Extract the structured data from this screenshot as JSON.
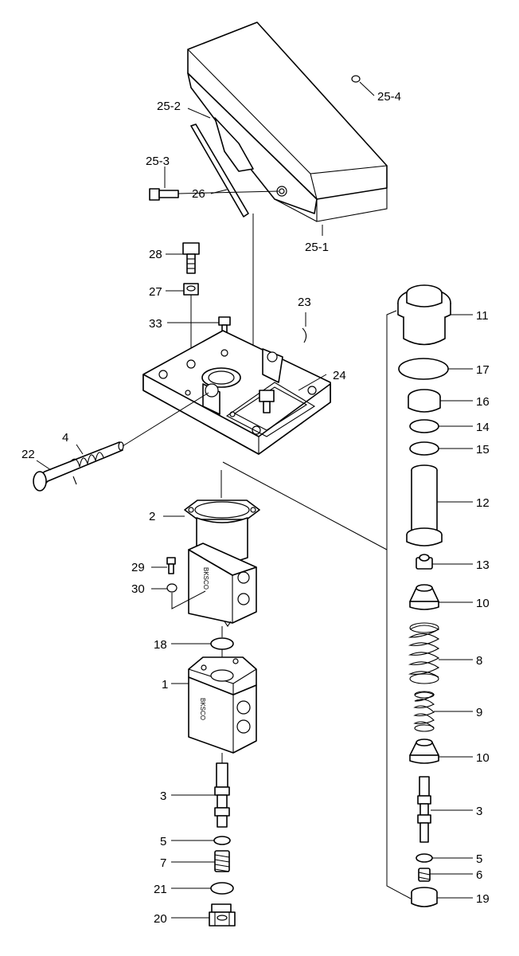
{
  "diagram": {
    "labels": {
      "p25_4": "25-4",
      "p25_2": "25-2",
      "p25_3": "25-3",
      "p26": "26",
      "p25_1": "25-1",
      "p28": "28",
      "p27": "27",
      "p33": "33",
      "p23": "23",
      "p24": "24",
      "p4": "4",
      "p22": "22",
      "p2": "2",
      "p29": "29",
      "p30": "30",
      "p18": "18",
      "p1": "1",
      "p3_left": "3",
      "p5_left": "5",
      "p7": "7",
      "p21": "21",
      "p20": "20",
      "p11": "11",
      "p17": "17",
      "p16": "16",
      "p14": "14",
      "p15": "15",
      "p12": "12",
      "p13": "13",
      "p10_top": "10",
      "p8": "8",
      "p9": "9",
      "p10_bottom": "10",
      "p3_right": "3",
      "p5_right": "5",
      "p6": "6",
      "p19": "19"
    },
    "stamp_text": "BKSCO"
  }
}
